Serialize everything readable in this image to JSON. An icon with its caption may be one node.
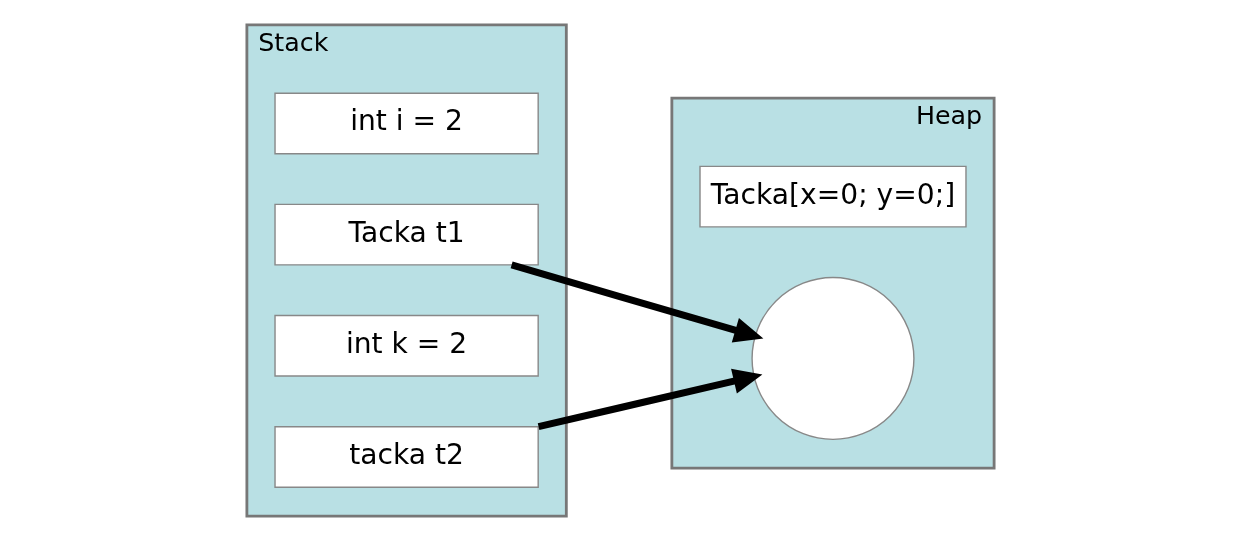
{
  "diagram": {
    "nodes": [
      {
        "text": [
          "Stack"
        ]
      },
      {
        "text": [
          "tacka t2"
        ],
        "in": 0
      },
      {
        "text": [
          "int k = 2"
        ],
        "in": 0
      },
      {
        "text": [
          "Tacka t1"
        ],
        "in": 0
      },
      {
        "text": [
          "int i = 2"
        ],
        "in": 0
      },
      {
        "text": [
          "Heap"
        ]
      },
      {
        "text": [],
        "shape": "circle",
        "in": 5
      },
      {
        "text": [
          "Tacka[x=0; y=0;]"
        ],
        "in": 5
      }
    ],
    "edges": [
      {
        "from": 1,
        "to": 6,
        "arrow": "to"
      },
      {
        "from": 3,
        "to": 6,
        "arrow": "to"
      }
    ]
  }
}
